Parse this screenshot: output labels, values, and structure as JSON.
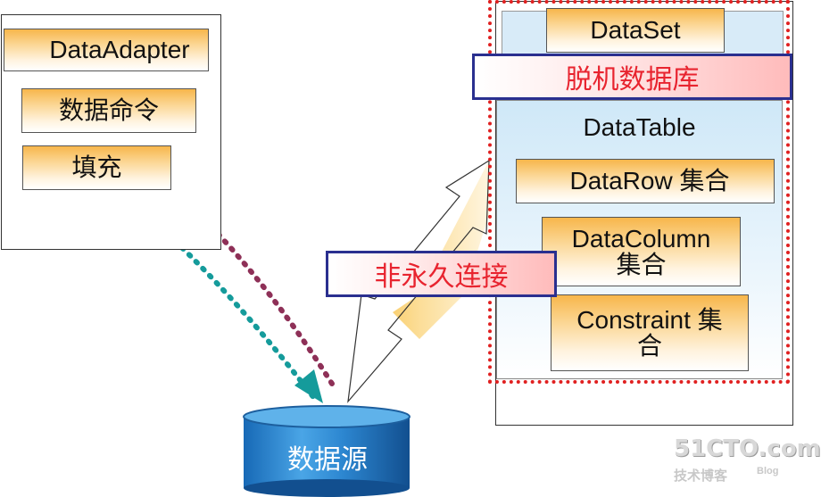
{
  "adapter": {
    "title": "DataAdapter",
    "command": "数据命令",
    "fill": "填充"
  },
  "dataset": {
    "title": "DataSet",
    "offline_label": "脱机数据库",
    "datatable": "DataTable",
    "datarow": "DataRow 集合",
    "datacolumn_line1": "DataColumn",
    "datacolumn_line2": "集合",
    "constraint_line1": "Constraint 集",
    "constraint_line2": "合"
  },
  "connection": {
    "label": "非永久连接"
  },
  "database": {
    "label": "数据源"
  },
  "watermark": {
    "site": "51CTO.com",
    "sub": "技术博客",
    "blog": "Blog"
  },
  "colors": {
    "red_label": "#e8242f",
    "box_border_blue": "#2a2f8f",
    "dotted_teal": "#159b9b",
    "dotted_maroon": "#8e3057",
    "dashed_frame": "#e02020",
    "cylinder_blue": "#1f78c4"
  }
}
